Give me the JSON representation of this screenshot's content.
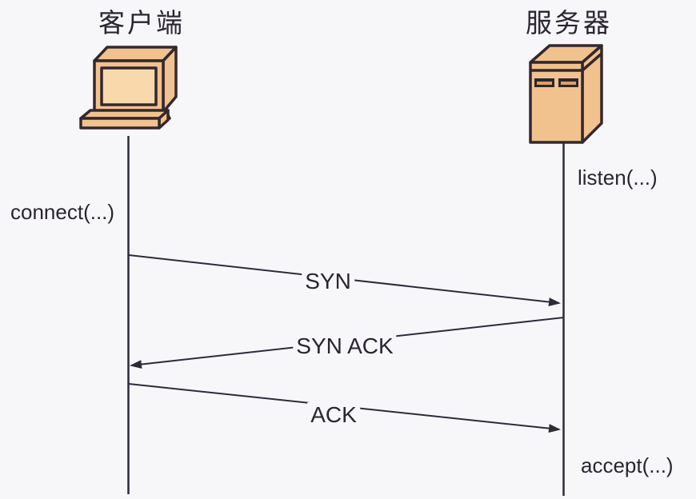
{
  "colors": {
    "background": "#f7f7fa",
    "line": "#2e2a38",
    "text": "#2a2530",
    "icon_fill": "#f2c28e",
    "icon_screen": "#f8d9ac",
    "icon_outline": "#33282e",
    "slot_fill": "#2e2430",
    "slot_stripe": "#d9a363"
  },
  "actors": {
    "client": {
      "title": "客户端",
      "syscall": "connect(...)"
    },
    "server": {
      "title": "服务器",
      "syscall_listen": "listen(...)",
      "syscall_accept": "accept(...)"
    }
  },
  "messages": [
    {
      "label": "SYN",
      "from": "client",
      "to": "server"
    },
    {
      "label": "SYN ACK",
      "from": "server",
      "to": "client"
    },
    {
      "label": "ACK",
      "from": "client",
      "to": "server"
    }
  ]
}
